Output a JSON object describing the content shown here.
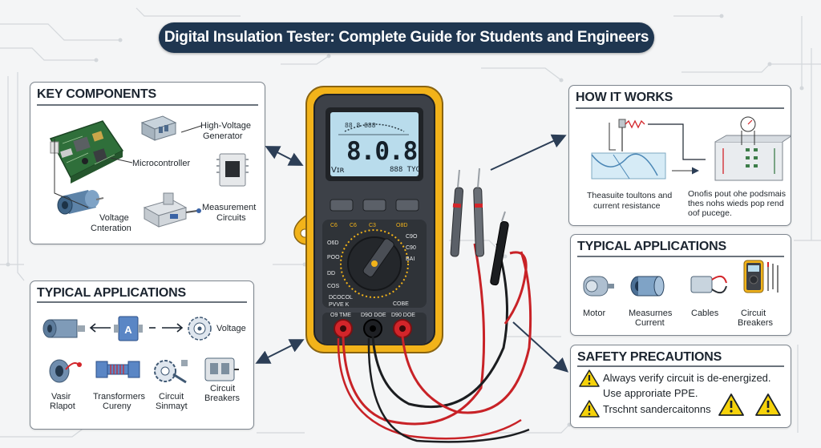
{
  "title": "Digital Insulation Tester: Complete Guide for Students and Engineers",
  "key_components": {
    "title": "KEY COMPONENTS",
    "labels": {
      "high_voltage": "High-Voltage",
      "generator": "Generator",
      "microcontroller": "Microcontroller",
      "voltage": "Voltage",
      "generation": "Cnteration",
      "measurement": "Measurement",
      "circuits": "Circuits"
    }
  },
  "how_it_works": {
    "title": "HOW IT WORKS",
    "left_text_1": "Theasuite toultons and",
    "left_text_2": "current resistance",
    "right_text_1": "Onofis pout ohe podsmais",
    "right_text_2": "thes nohs wieds pop rend",
    "right_text_3": "oof pucege."
  },
  "applications_right": {
    "title": "TYPICAL APPLICATIONS",
    "items": [
      {
        "line1": "Motor",
        "line2": ""
      },
      {
        "line1": "Measurnes",
        "line2": "Current"
      },
      {
        "line1": "Cables",
        "line2": ""
      },
      {
        "line1": "Circuit",
        "line2": "Breakers"
      }
    ]
  },
  "applications_left": {
    "title": "TYPICAL APPLICATIONS",
    "voltage": "Voltage",
    "items": [
      {
        "line1": "Vasir",
        "line2": "Rlapot"
      },
      {
        "line1": "Transformers",
        "line2": "Cureny"
      },
      {
        "line1": "Circuit",
        "line2": "Sinmayt"
      },
      {
        "line1": "Circuit",
        "line2": "Breakers"
      }
    ]
  },
  "safety": {
    "title": "SAFETY PRECAUTIONS",
    "line1": "Always verify circuit is de-energized.",
    "line2": "Use approriate PPE.",
    "line3": "Trschnt sandercaitonns"
  },
  "meter": {
    "reading": "8.0.8",
    "top_indicator": "88 8 888",
    "unit_left": "Vɪʀ",
    "unit_right": "888 TYC",
    "knob_labels": {
      "tl1": "C6",
      "tl2": "C6",
      "tl3": "C3",
      "tr1": "O8D",
      "l1": "O6D",
      "l2": "POO",
      "l3": "DD",
      "l4": "COS",
      "r1": "C9O",
      "r2": "C90",
      "r3": "BAI",
      "b1": "DCOCOL",
      "b2": "PVVE K",
      "b3": "COBE"
    },
    "jack_labels": [
      "O9 TME",
      "D9O DOE",
      "D90 DOE"
    ]
  },
  "colors": {
    "navy": "#1f3650",
    "meter_yellow": "#f2b31a",
    "meter_body": "#3d4148",
    "lcd": "#b9dcec",
    "probe_red": "#d3252a",
    "warning": "#f5d20b"
  },
  "icons": [
    "circuit-board-icon",
    "hv-generator-icon",
    "chip-icon",
    "cylinder-icon",
    "measurement-block-icon",
    "motor-icon",
    "cable-icon",
    "mini-meter-icon",
    "warning-triangle-icon",
    "gear-icon"
  ]
}
